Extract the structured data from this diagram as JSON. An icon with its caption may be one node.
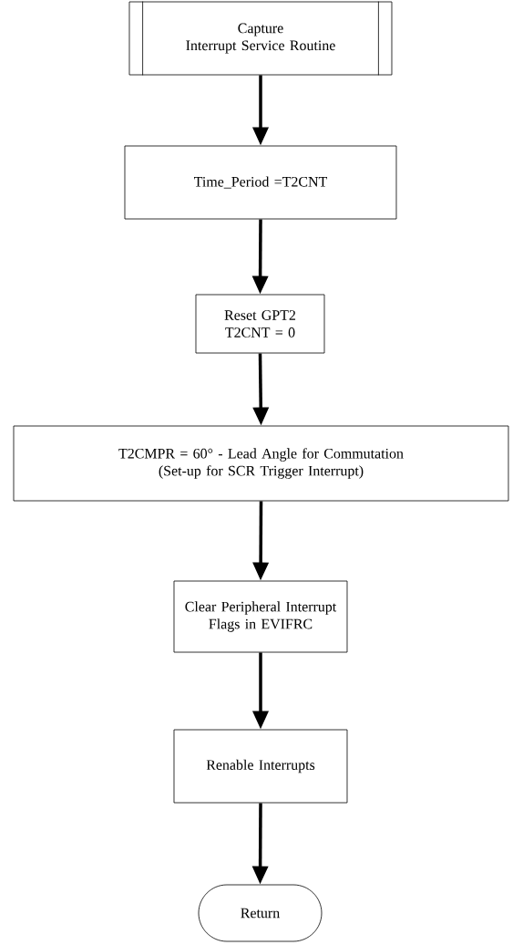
{
  "diagram": {
    "nodes": [
      {
        "text": [
          "Capture",
          "Interrupt Service Routine"
        ]
      },
      {
        "text": [
          "Time_Period =T2CNT"
        ]
      },
      {
        "text": [
          "Reset GPT2 T2CNT = 0"
        ]
      },
      {
        "text": [
          "T2CMPR = 60° - Lead Angle for Commutation (Set-up for SCR Trigger Interrupt)"
        ]
      },
      {
        "text": [
          "Clear Peripheral Interrupt Flags in EVIFRC"
        ]
      },
      {
        "text": [
          "Renable Interrupts"
        ]
      },
      {
        "text": [
          "Return"
        ]
      }
    ],
    "edges": [
      {
        "from": 0,
        "to": 1,
        "arrow": "to"
      },
      {
        "from": 1,
        "to": 2,
        "arrow": "to"
      },
      {
        "from": 2,
        "to": 3,
        "arrow": "to"
      },
      {
        "from": 3,
        "to": 4,
        "arrow": "to"
      },
      {
        "from": 4,
        "to": 5,
        "arrow": "to"
      },
      {
        "from": 5,
        "to": 6,
        "arrow": "to"
      }
    ]
  }
}
